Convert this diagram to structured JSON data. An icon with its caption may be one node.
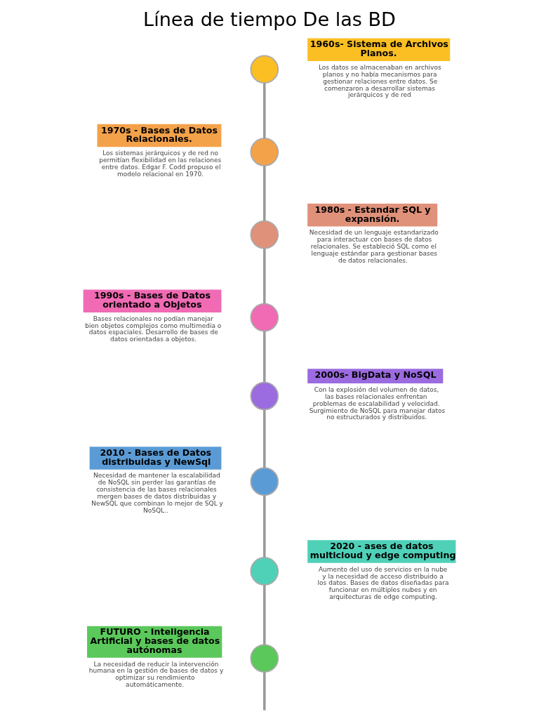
{
  "diagram": {
    "title": "Línea de tiempo De las BD",
    "nodes": [
      {
        "text": [],
        "shape": "circle"
      },
      {
        "text": [
          "1960s- Sistema de Archivos Planos.",
          "Los datos se almacenaban en archivos planos y no había mecanismos para gestionar relaciones entre datos. Se comenzaron a desarrollar sistemas jerárquicos y de red"
        ]
      },
      {
        "text": [],
        "shape": "circle"
      },
      {
        "text": [
          "1970s - Bases de Datos Relacionales.",
          "Los sistemas jerárquicos y de red no permitían flexibilidad en las relaciones entre datos. Edgar F. Codd propuso el modelo relacional en 1970."
        ]
      },
      {
        "text": [],
        "shape": "circle"
      },
      {
        "text": [
          "1980s - Estandar SQL y expansión.",
          "Necesidad de un lenguaje estandarizado para interactuar con bases de datos relacionales. Se estableció SQL como el lenguaje estándar para gestionar bases de datos relacionales."
        ]
      },
      {
        "text": [],
        "shape": "circle"
      },
      {
        "text": [
          "1990s - Bases de Datos orientado a Objetos",
          "Bases relacionales no podían manejar bien objetos complejos como multimedia o datos espaciales. Desarrollo de bases de datos orientadas a objetos."
        ]
      },
      {
        "text": [],
        "shape": "circle"
      },
      {
        "text": [
          "2000s- BigData y NoSQL",
          "Con la explosión del volumen de datos, las bases relacionales enfrentan problemas de escalabilidad y velocidad. Surgimiento de NoSQL para manejar datos no estructurados y distribuidos."
        ]
      },
      {
        "text": [],
        "shape": "circle"
      },
      {
        "text": [
          "2010 - Bases de Datos distribuidas y NewSql",
          "Necesidad de mantener la escalabilidad de NoSQL sin perder las garantías de consistencia de las bases relacionales mergen bases de datos distribuidas y NewSQL que combinan lo mejor de SQL y NoSQL.."
        ]
      },
      {
        "text": [],
        "shape": "circle"
      },
      {
        "text": [
          "2020 - ases de datos multicloud y edge computing",
          "Aumento del uso de servicios en la nube y la necesidad de acceso distribuido a los datos. Bases de datos diseñadas para funcionar en múltiples nubes y en arquitecturas de edge computing."
        ]
      },
      {
        "text": [],
        "shape": "circle"
      },
      {
        "text": [
          "FUTURO - Inteligencia Artificial y bases de datos autónomas",
          "La necesidad de reducir la intervención humana en la gestión de bases de datos y optimizar su rendimiento automáticamente."
        ]
      }
    ],
    "edges": [
      {
        "from": 0,
        "to": 2,
        "arrow": "none"
      },
      {
        "from": 2,
        "to": 4,
        "arrow": "none"
      },
      {
        "from": 4,
        "to": 6,
        "arrow": "none"
      },
      {
        "from": 6,
        "to": 8,
        "arrow": "none"
      },
      {
        "from": 8,
        "to": 10,
        "arrow": "none"
      },
      {
        "from": 10,
        "to": 12,
        "arrow": "none"
      },
      {
        "from": 12,
        "to": 14,
        "arrow": "none"
      },
      {
        "from": 14,
        "to": null,
        "arrow": "none"
      }
    ]
  }
}
